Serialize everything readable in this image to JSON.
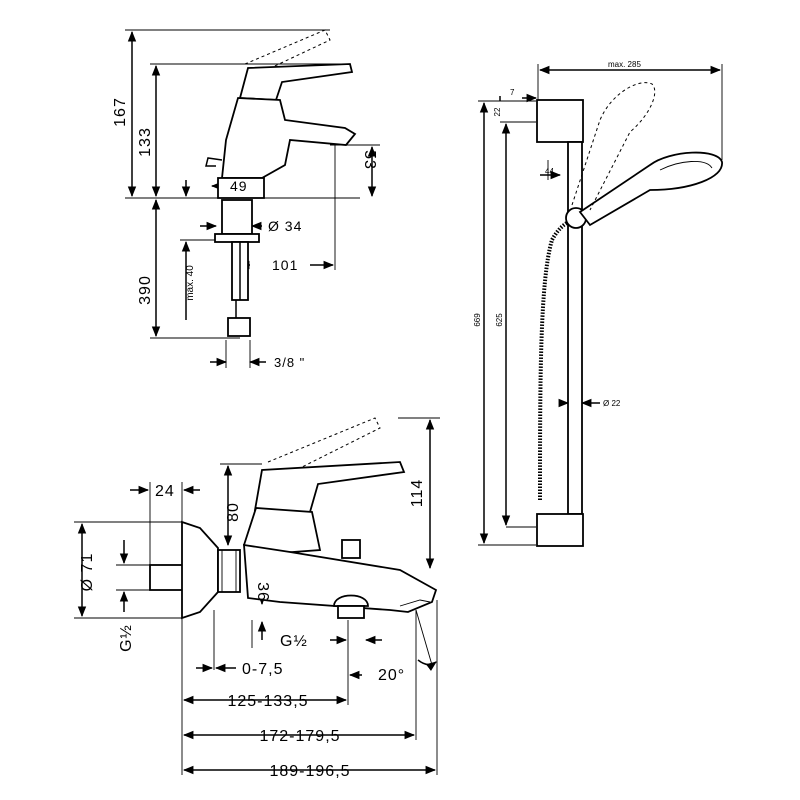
{
  "drawings": {
    "basin_mixer": {
      "dims": {
        "height_total": "167",
        "height_spout": "133",
        "spout_clearance": "53",
        "base_width": "49",
        "hole_diameter": "Ø 34",
        "max_thickness": "max. 40",
        "depth": "390",
        "reach": "101",
        "connection": "3/8 \""
      }
    },
    "shower_set": {
      "dims": {
        "max_reach": "max. 285",
        "offset": "7",
        "top_height": "22",
        "bracket": "44",
        "total_height": "669",
        "bar_height": "625",
        "bar_diameter": "Ø 22"
      }
    },
    "bath_mixer": {
      "dims": {
        "depth_24": "24",
        "height_80": "80",
        "height_114": "114",
        "rosette_diameter": "Ø 71",
        "thread_left": "G½",
        "height_36": "36",
        "thread_bottom": "G½",
        "adjust": "0-7,5",
        "angle": "20°",
        "length_1": "125-133,5",
        "length_2": "172-179,5",
        "length_3": "189-196,5"
      }
    }
  }
}
